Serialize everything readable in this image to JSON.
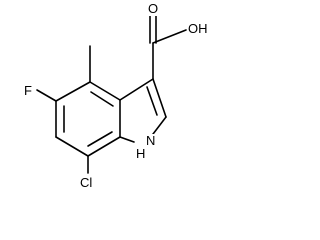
{
  "molecule": {
    "atoms": {
      "carboxylic_acid_oh": "OH",
      "carbonyl_oxygen": "O",
      "fluorine": "F",
      "ring_nitrogen": "N",
      "nitrogen_hydrogen": "H",
      "chlorine": "Cl"
    }
  }
}
